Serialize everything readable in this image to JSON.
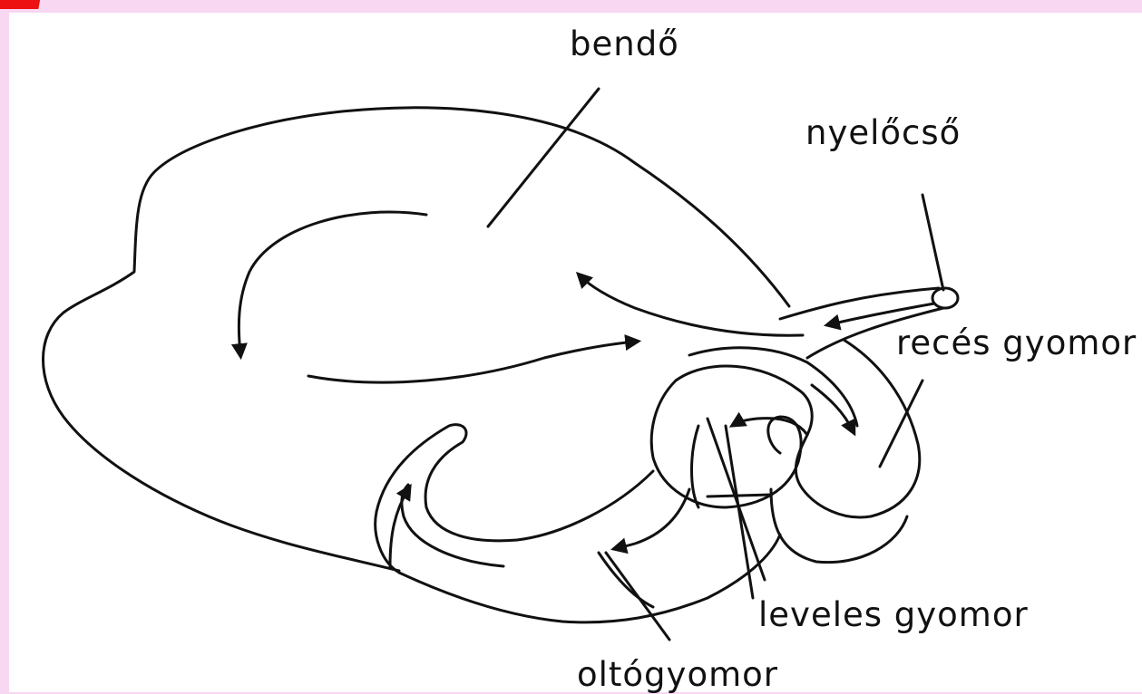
{
  "colors": {
    "background_frame": "#f8d7f2",
    "panel": "#ffffff",
    "ink": "#111111",
    "title_fragment": "#ee1111"
  },
  "labels": {
    "rumen": "bendő",
    "esophagus": "nyelőcső",
    "reticulum": "recés gyomor",
    "omasum": "leveles gyomor",
    "abomasum": "oltógyomor"
  }
}
